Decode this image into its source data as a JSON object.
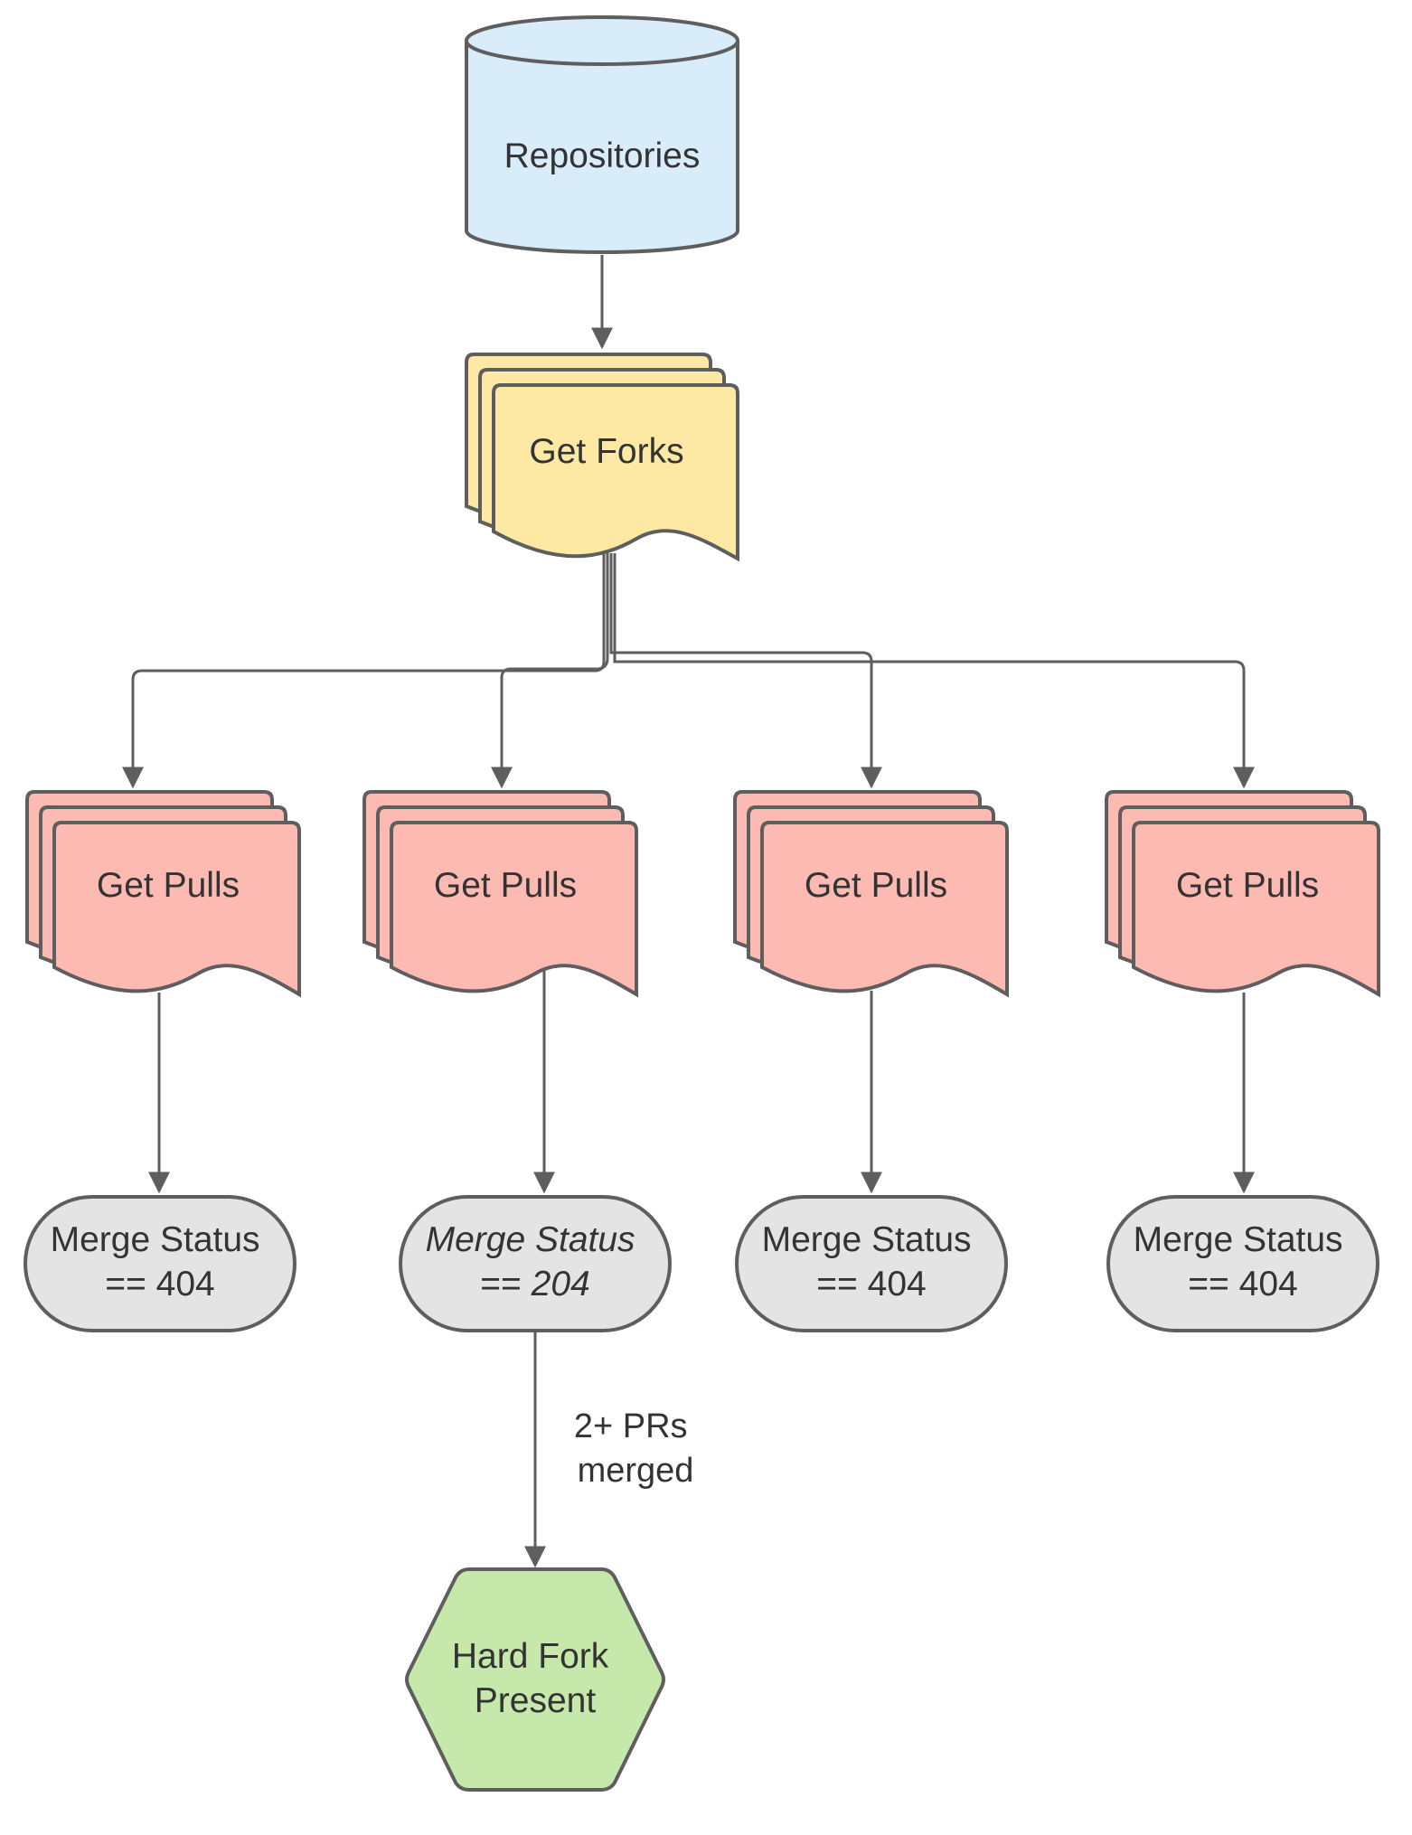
{
  "nodes": {
    "repositories": {
      "label": "Repositories",
      "shape": "cylinder",
      "color": "#d8ecfa"
    },
    "get_forks": {
      "label": "Get Forks",
      "shape": "multi-document",
      "color": "#fde9a4"
    },
    "get_pulls": [
      {
        "label": "Get Pulls",
        "shape": "multi-document",
        "color": "#fdbab2"
      },
      {
        "label": "Get Pulls",
        "shape": "multi-document",
        "color": "#fdbab2"
      },
      {
        "label": "Get Pulls",
        "shape": "multi-document",
        "color": "#fdbab2"
      },
      {
        "label": "Get Pulls",
        "shape": "multi-document",
        "color": "#fdbab2"
      }
    ],
    "merge_status": [
      {
        "line1": "Merge Status",
        "line2_prefix": "== ",
        "line2_value": "404",
        "italic": false
      },
      {
        "line1": "Merge Status",
        "line2_prefix": "== ",
        "line2_value": "204",
        "italic": true
      },
      {
        "line1": "Merge Status",
        "line2_prefix": "== ",
        "line2_value": "404",
        "italic": false
      },
      {
        "line1": "Merge Status",
        "line2_prefix": "== ",
        "line2_value": "404",
        "italic": false
      }
    ],
    "merge_status_color": "#e4e4e4",
    "hard_fork": {
      "line1": "Hard Fork",
      "line2": "Present",
      "shape": "hexagon",
      "color": "#c6e8ab"
    }
  },
  "edges": [
    {
      "from": "repositories",
      "to": "get_forks"
    },
    {
      "from": "get_forks",
      "to": "get_pulls.0"
    },
    {
      "from": "get_forks",
      "to": "get_pulls.1"
    },
    {
      "from": "get_forks",
      "to": "get_pulls.2"
    },
    {
      "from": "get_forks",
      "to": "get_pulls.3"
    },
    {
      "from": "get_pulls.0",
      "to": "merge_status.0"
    },
    {
      "from": "get_pulls.1",
      "to": "merge_status.1"
    },
    {
      "from": "get_pulls.2",
      "to": "merge_status.2"
    },
    {
      "from": "get_pulls.3",
      "to": "merge_status.3"
    },
    {
      "from": "merge_status.1",
      "to": "hard_fork",
      "label_line1": "2+ PRs",
      "label_line2": "merged"
    }
  ],
  "line_color": "#5e5e5e",
  "text_color": "#333333"
}
